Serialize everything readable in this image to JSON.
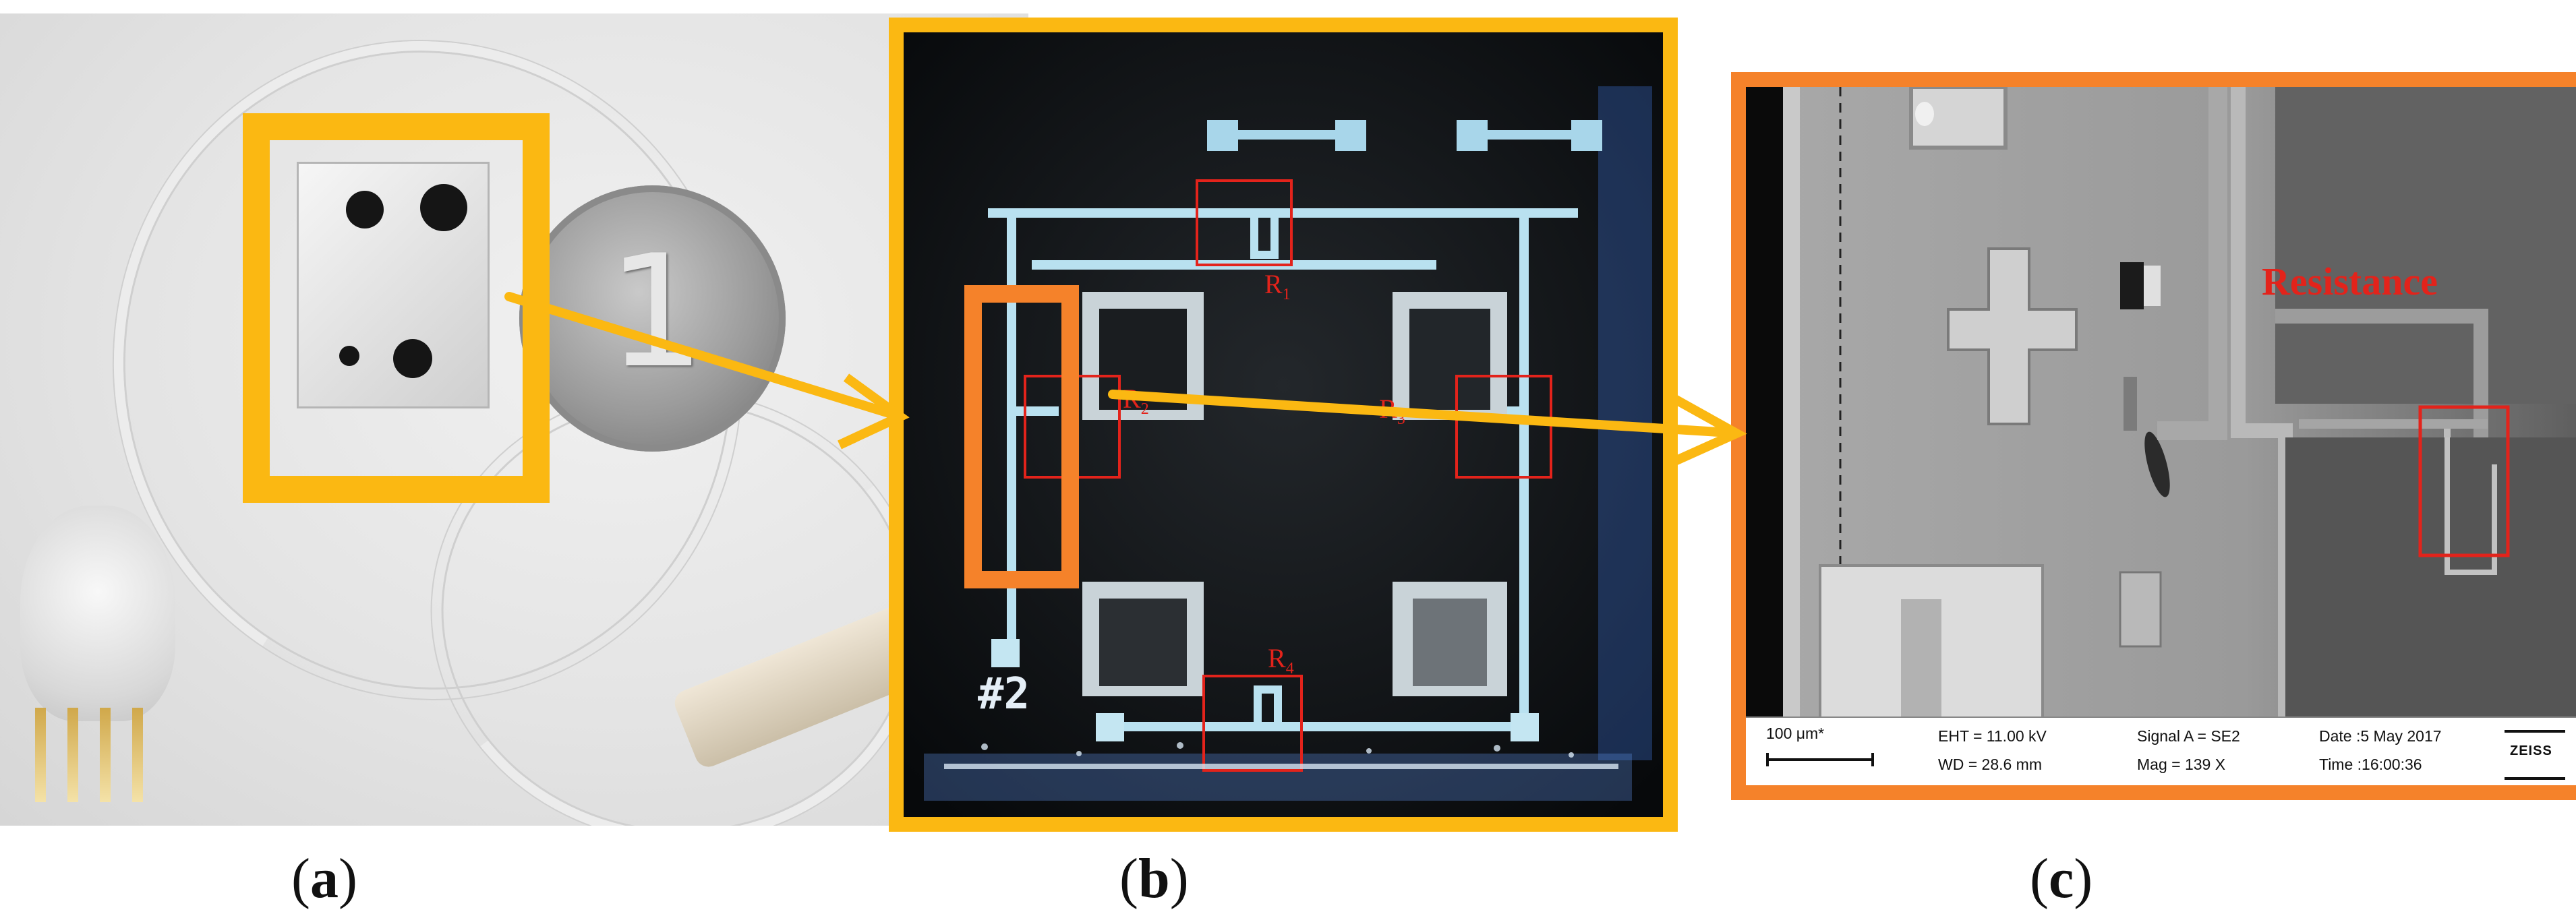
{
  "panel_a": {
    "caption_letter": "a"
  },
  "panel_b": {
    "caption_letter": "b",
    "resistor_labels": [
      {
        "letter": "R",
        "index": "1"
      },
      {
        "letter": "R",
        "index": "2"
      },
      {
        "letter": "R",
        "index": "3"
      },
      {
        "letter": "R",
        "index": "4"
      }
    ],
    "chip_number": "#2"
  },
  "panel_c": {
    "caption_letter": "c",
    "annotation": "Resistance",
    "sem_info": {
      "scale_bar": "100 μm*",
      "eht": "EHT = 11.00 kV",
      "wd": "WD = 28.6 mm",
      "signal": "Signal A = SE2",
      "mag": "Mag =    139 X",
      "date": "Date :5 May 2017",
      "time": "Time :16:00:36",
      "logo": "ZEISS"
    }
  },
  "colors": {
    "frame_yellow": "#fbb812",
    "frame_orange": "#f5822a",
    "highlight_red": "#e3231b"
  }
}
